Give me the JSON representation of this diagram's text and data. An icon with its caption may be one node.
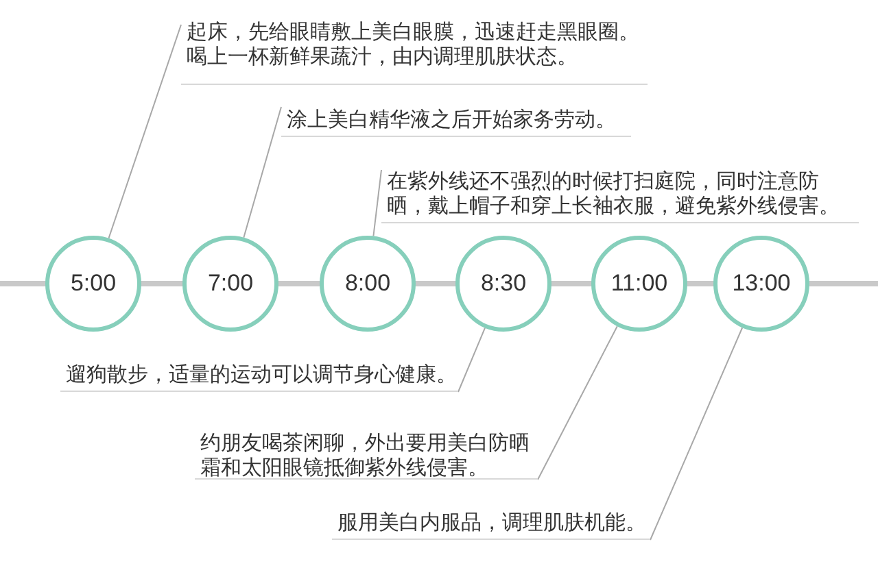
{
  "diagram": {
    "nodes": [
      {
        "text": [
          "起床，先给眼睛敷上美白眼膜，迅速赶走黑眼圈。喝上一杯新鲜果蔬汁，由内调理肌肤状态。"
        ]
      },
      {
        "text": [
          "涂上美白精华液之后开始家务劳动。"
        ]
      },
      {
        "text": [
          "在紫外线还不强烈的时候打扫庭院，同时注意防晒，戴上帽子和穿上长袖衣服，避免紫外线侵害。"
        ]
      },
      {
        "text": [
          "5:00"
        ]
      },
      {
        "text": [
          "7:00"
        ]
      },
      {
        "text": [
          "8:00"
        ]
      },
      {
        "text": [
          "8:30"
        ]
      },
      {
        "text": [
          "11:00"
        ]
      },
      {
        "text": [
          "13:00"
        ]
      },
      {
        "text": [
          "遛狗散步，适量的运动可以调节身心健康。"
        ]
      },
      {
        "text": [
          "约朋友喝茶闲聊，外出要用美白防晒霜和太阳眼镜抵御紫外线侵害。"
        ]
      },
      {
        "text": [
          "服用美白内服品，调理肌肤机能。"
        ]
      }
    ],
    "edges": [
      {
        "from": 0,
        "to": 3,
        "arrow": "none"
      },
      {
        "from": 1,
        "to": 4,
        "arrow": "none"
      },
      {
        "from": 2,
        "to": 5,
        "arrow": "none"
      },
      {
        "from": 9,
        "to": 6,
        "arrow": "none"
      },
      {
        "from": 10,
        "to": 7,
        "arrow": "none"
      },
      {
        "from": 11,
        "to": 8,
        "arrow": "none"
      }
    ]
  }
}
